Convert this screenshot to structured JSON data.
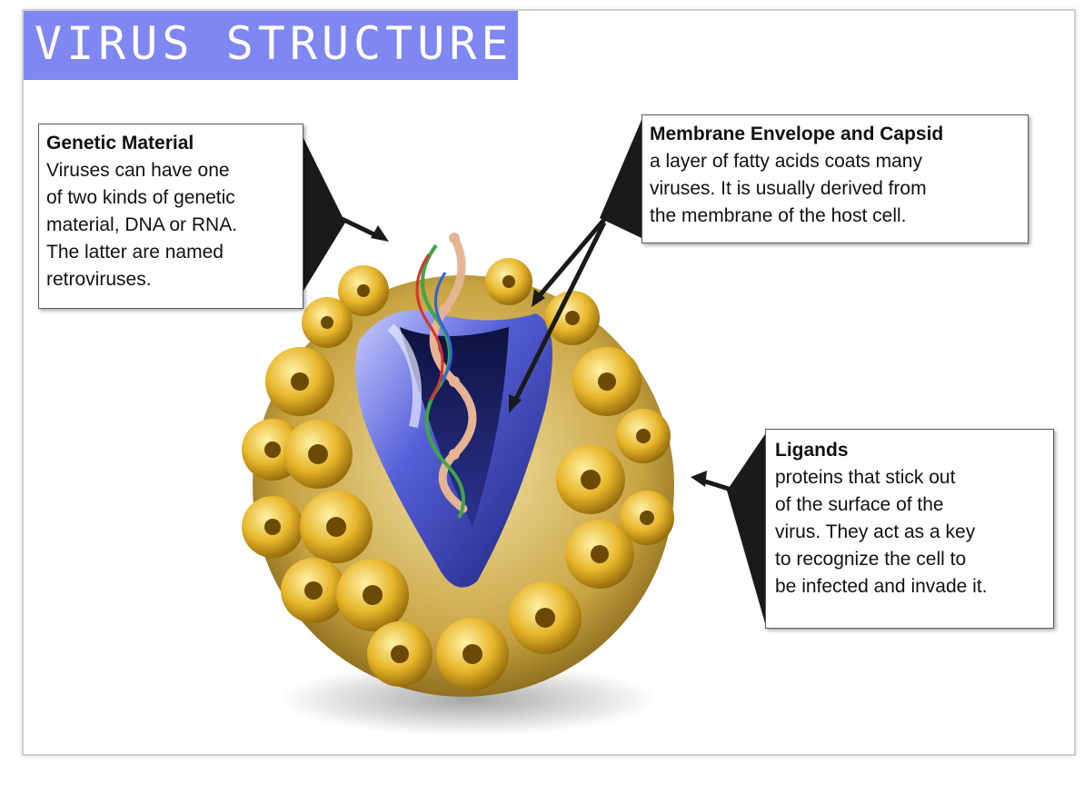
{
  "title": "VIRUS STRUCTURE",
  "callouts": {
    "genetic": {
      "heading": "Genetic Material",
      "lines": [
        "Viruses can have one",
        "of two kinds of genetic",
        "material, DNA or RNA.",
        "The latter are named",
        "retroviruses."
      ]
    },
    "membrane": {
      "heading": "Membrane Envelope and Capsid",
      "lines": [
        "a layer of fatty acids coats many",
        "viruses. It is usually derived from",
        "the membrane of the host cell."
      ]
    },
    "ligands": {
      "heading": "Ligands",
      "lines": [
        "proteins that stick out",
        "of the surface of the",
        "virus. They act as a key",
        "to recognize the cell to",
        "be infected and invade it."
      ]
    }
  },
  "colors": {
    "title_band": "#7f87f2",
    "capsid": "#5560d8",
    "ligand_gold": "#e8b92a",
    "envelope": "#c8a64a"
  }
}
